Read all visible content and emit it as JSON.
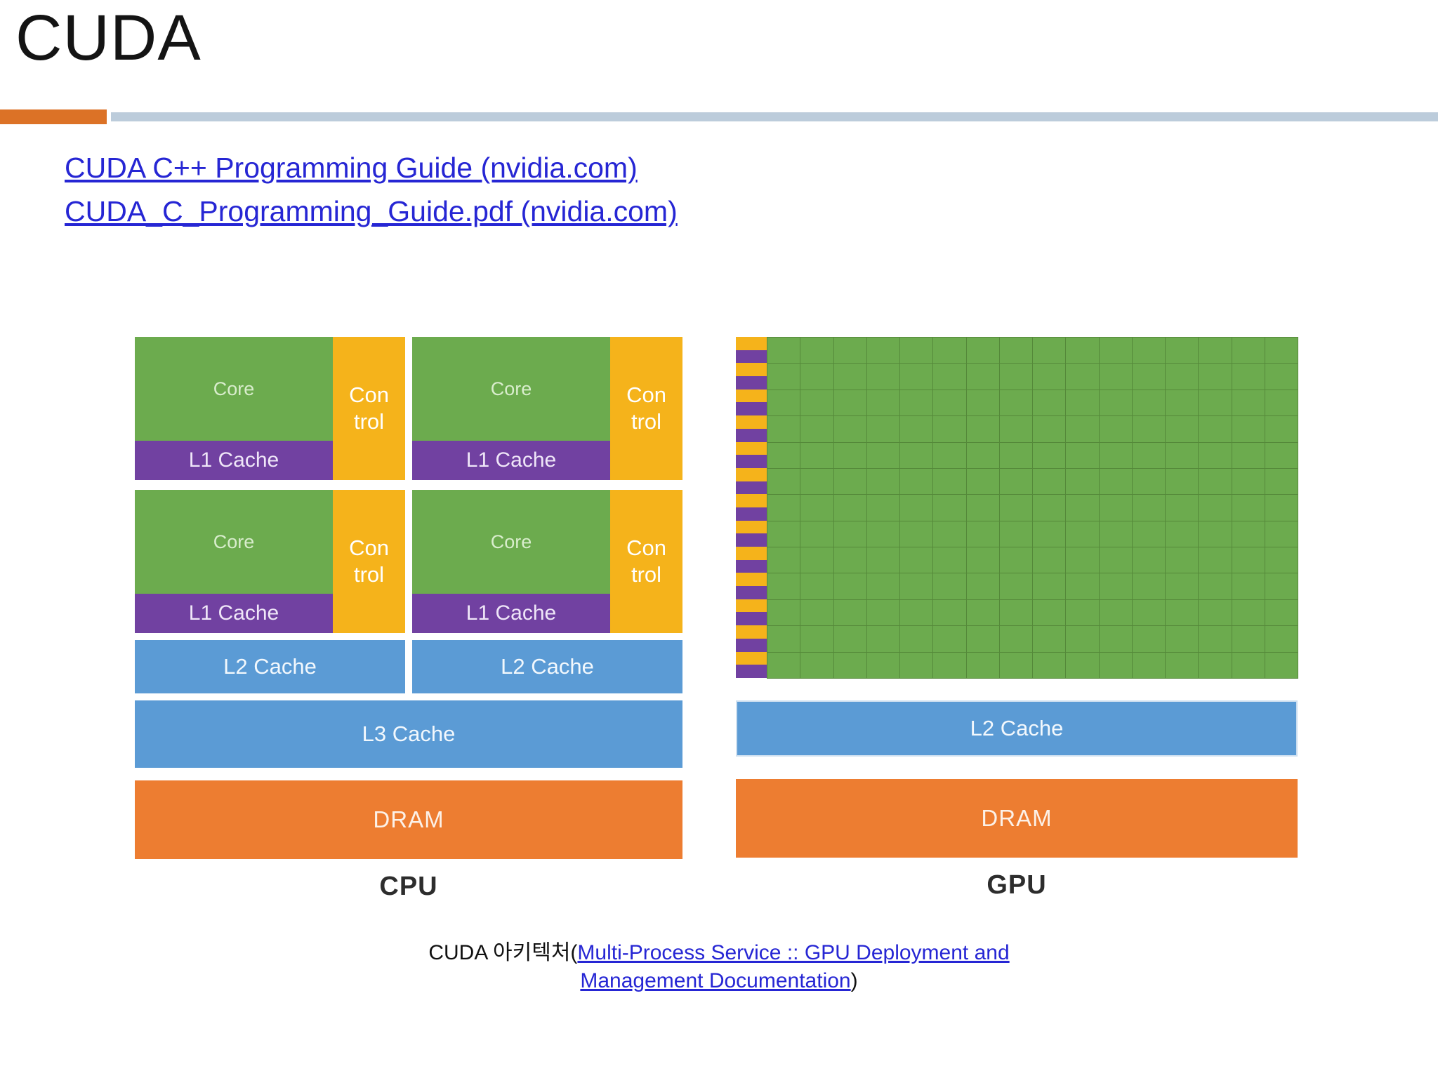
{
  "slide": {
    "title": "CUDA",
    "links": [
      {
        "label": "CUDA C++ Programming Guide (nvidia.com)"
      },
      {
        "label": "CUDA_C_Programming_Guide.pdf (nvidia.com)"
      }
    ],
    "caption": {
      "prefix": "CUDA 아키텍처(",
      "link": "Multi-Process Service :: GPU Deployment and Management Documentation",
      "suffix": ")"
    }
  },
  "diagram": {
    "cpu": {
      "label": "CPU",
      "core_label": "Core",
      "control_line1": "Con",
      "control_line2": "trol",
      "l1_label": "L1 Cache",
      "l2_label": "L2 Cache",
      "l3_label": "L3 Cache",
      "dram_label": "DRAM"
    },
    "gpu": {
      "label": "GPU",
      "l2_label": "L2 Cache",
      "dram_label": "DRAM",
      "grid": {
        "rows": 13,
        "cols": 16,
        "stripes_per_row": 2
      }
    }
  },
  "colors": {
    "title_black": "#141414",
    "accent_orange": "#DC7226",
    "accent_gray": "#BCCCDB",
    "link_blue": "#2626D4",
    "core_green": "#6CAB4E",
    "grid_line_green": "#55893A",
    "control_yellow": "#F5B31B",
    "l1_purple": "#7141A1",
    "cache_blue": "#5B9BD5",
    "dram_orange": "#ED7D31",
    "label_dark": "#2D2D2D"
  }
}
